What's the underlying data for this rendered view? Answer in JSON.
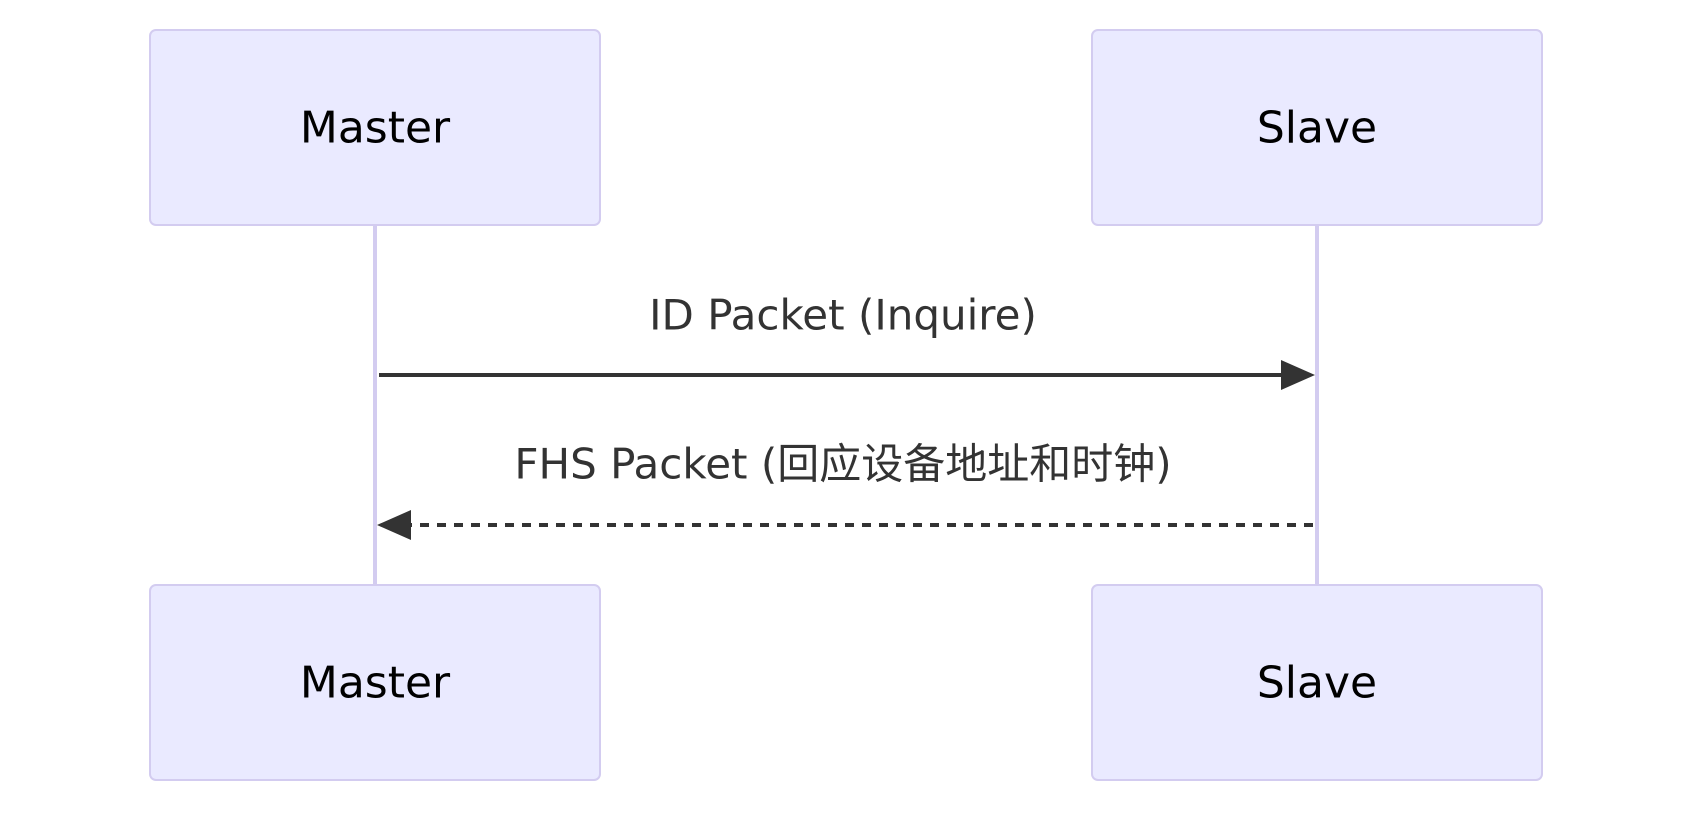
{
  "participants": {
    "master": {
      "label": "Master"
    },
    "slave": {
      "label": "Slave"
    }
  },
  "messages": [
    {
      "label": "ID Packet (Inquire)",
      "from": "Master",
      "to": "Slave",
      "style": "solid"
    },
    {
      "label": "FHS Packet (回应设备地址和时钟)",
      "from": "Slave",
      "to": "Master",
      "style": "dotted"
    }
  ],
  "colors": {
    "actor_fill": "#eaeaff",
    "actor_stroke": "#d3ccf0",
    "lifeline": "#d3ccf0",
    "message": "#333333"
  }
}
